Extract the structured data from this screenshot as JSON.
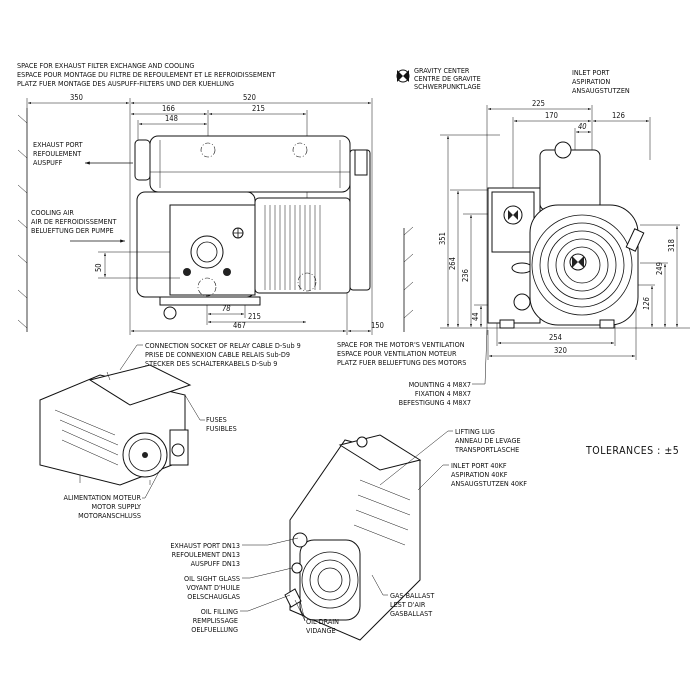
{
  "notes": {
    "exhaust_space": [
      "SPACE FOR EXHAUST FILTER EXCHANGE AND COOLING",
      "ESPACE POUR MONTAGE DU FILTRE DE REFOULEMENT ET LE REFROIDISSEMENT",
      "PLATZ FUER MONTAGE DES AUSPUFF-FILTERS UND DER KUEHLUNG"
    ],
    "gravity_center": [
      "GRAVITY CENTER",
      "CENTRE DE GRAVITE",
      "SCHWERPUNKTLAGE"
    ],
    "inlet_port": [
      "INLET PORT",
      "ASPIRATION",
      "ANSAUGSTUTZEN"
    ],
    "exhaust_port": [
      "EXHAUST PORT",
      "REFOULEMENT",
      "AUSPUFF"
    ],
    "cooling_air": [
      "COOLING AIR",
      "AIR DE REFROIDISSEMENT",
      "BELUEFTUNG DER PUMPE"
    ],
    "connection_socket": [
      "CONNECTION SOCKET OF RELAY CABLE D-Sub 9",
      "PRISE DE CONNEXION CABLE RELAIS Sub-D9",
      "STECKER DES SCHALTERKABELS D-Sub 9"
    ],
    "motor_ventilation": [
      "SPACE FOR THE MOTOR'S VENTILATION",
      "ESPACE POUR VENTILATION MOTEUR",
      "PLATZ FUER BELUEFTUNG DES MOTORS"
    ],
    "mounting": [
      "MOUNTING 4 M8X7",
      "FIXATION 4 M8X7",
      "BEFESTIGUNG 4 M8X7"
    ],
    "fuses": [
      "FUSES",
      "FUSIBLES"
    ],
    "motor_supply": [
      "ALIMENTATION MOTEUR",
      "MOTOR SUPPLY",
      "MOTORANSCHLUSS"
    ],
    "lifting_lug": [
      "LIFTING LUG",
      "ANNEAU DE LEVAGE",
      "TRANSPORTLASCHE"
    ],
    "inlet_port_40kf": [
      "INLET PORT 40KF",
      "ASPIRATION 40KF",
      "ANSAUGSTUTZEN 40KF"
    ],
    "tolerances": "TOLERANCES :  ±5",
    "exhaust_port_dn13": [
      "EXHAUST PORT DN13",
      "REFOULEMENT DN13",
      "AUSPUFF DN13"
    ],
    "oil_sight_glass": [
      "OIL SIGHT GLASS",
      "VOYANT D'HUILE",
      "OELSCHAUGLAS"
    ],
    "oil_filling": [
      "OIL FILLING",
      "REMPLISSAGE",
      "OELFUELLUNG"
    ],
    "oil_drain": [
      "OIL DRAIN",
      "VIDANGE"
    ],
    "gas_ballast": [
      "GAS BALLAST",
      "LEST D'AIR",
      "GASBALLAST"
    ]
  },
  "dimensions": {
    "side_view": {
      "d350": "350",
      "d520": "520",
      "d166": "166",
      "d215_top": "215",
      "d148": "148",
      "d50": "50",
      "d78": "78",
      "d215_bottom": "215",
      "d467": "467",
      "d150": "150"
    },
    "front_view": {
      "d225": "225",
      "d170": "170",
      "d126_top": "126",
      "d40": "40",
      "d351": "351",
      "d264": "264",
      "d236": "236",
      "d44": "44",
      "d249": "249",
      "d318": "318",
      "d126_right": "126",
      "d254": "254",
      "d320": "320"
    }
  }
}
